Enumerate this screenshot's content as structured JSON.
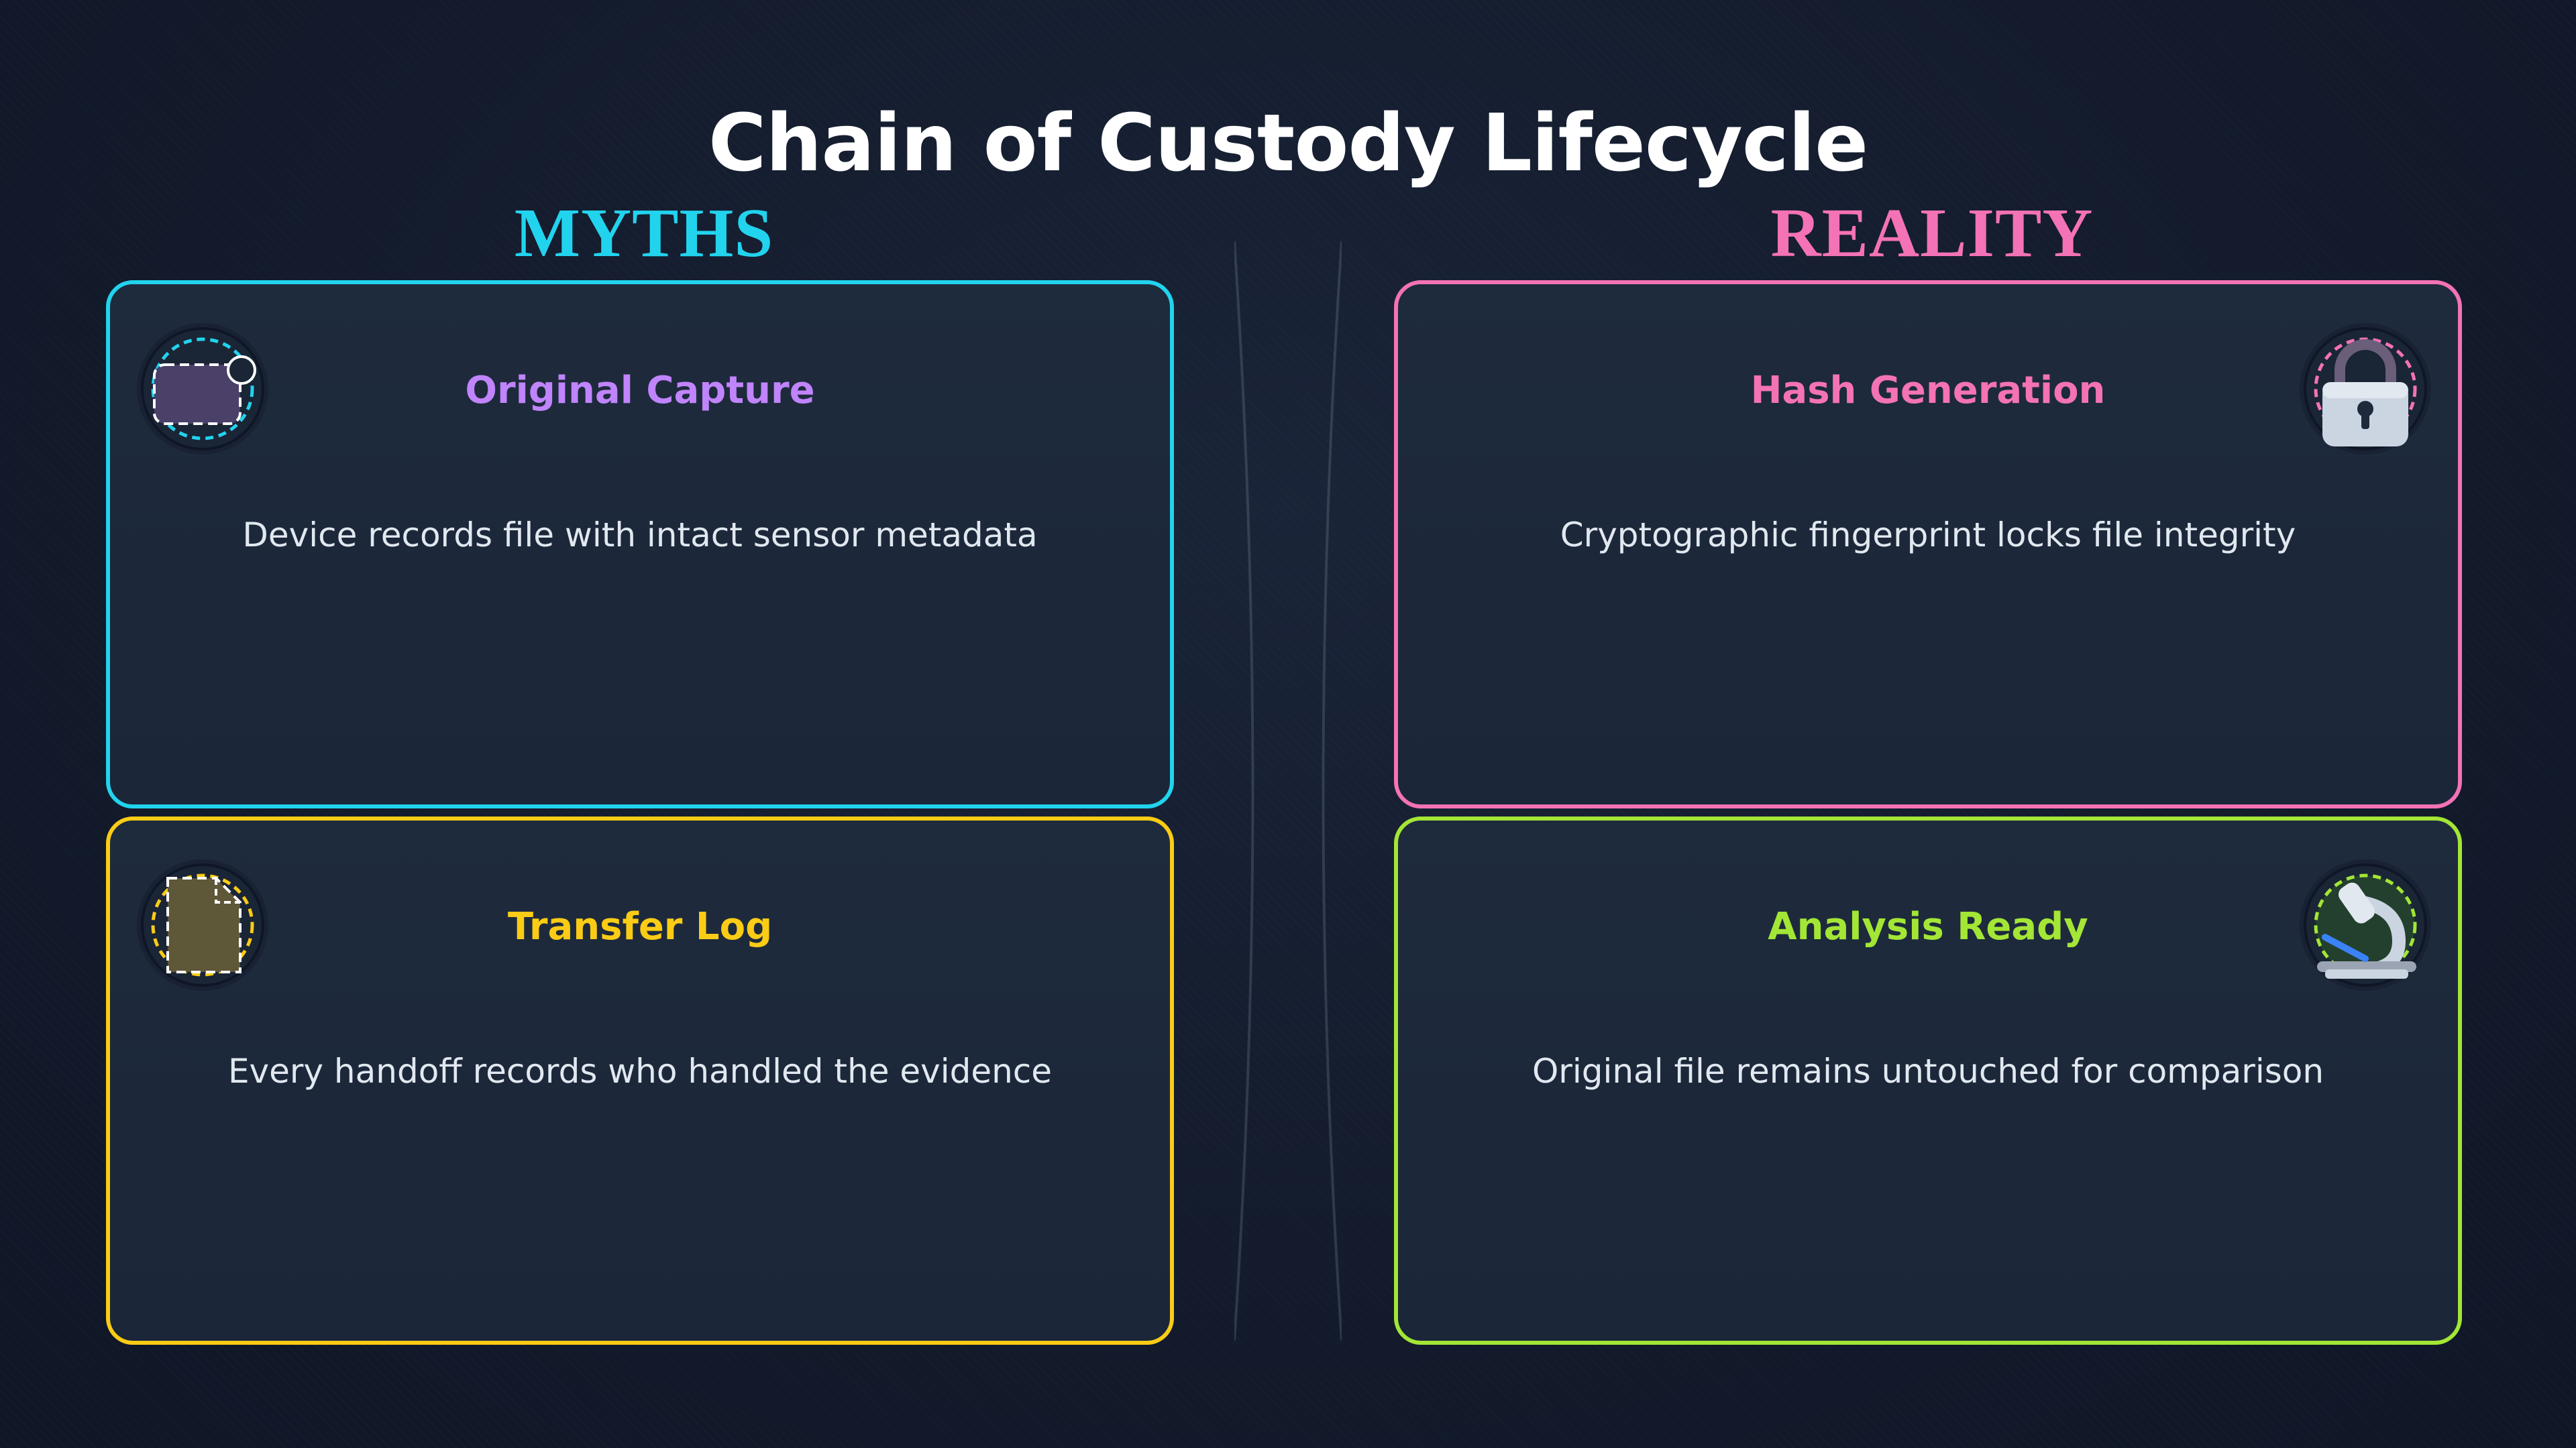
{
  "title": "Chain of Custody Lifecycle",
  "columns": {
    "myths": "MYTHS",
    "reality": "REALITY"
  },
  "cards": [
    {
      "title": "Original Capture",
      "description": "Device records file with intact sensor metadata",
      "icon": "camera-capture-icon",
      "accent": "#c084fc",
      "border": "#22d3ee"
    },
    {
      "title": "Hash Generation",
      "description": "Cryptographic fingerprint locks file integrity",
      "icon": "lock-icon",
      "accent": "#f472b6",
      "border": "#f472b6"
    },
    {
      "title": "Transfer Log",
      "description": "Every handoff records who handled the evidence",
      "icon": "document-icon",
      "accent": "#facc15",
      "border": "#facc15"
    },
    {
      "title": "Analysis Ready",
      "description": "Original file remains untouched for comparison",
      "icon": "microscope-icon",
      "accent": "#a3e635",
      "border": "#a3e635"
    }
  ]
}
